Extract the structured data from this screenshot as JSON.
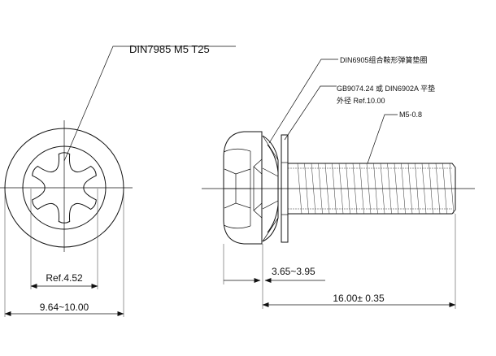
{
  "front_view": {
    "callout": "DIN7985 M5 T25",
    "inner_dimension": "Ref.4.52",
    "outer_dimension": "9.64~10.00"
  },
  "side_view": {
    "washer_callout": "DIN6905组合鞍形弹簧垫圈",
    "flat_washer_callout_line1": "GB9074.24 或 DIN6902A 平垫",
    "flat_washer_callout_line2": "外径  Ref.10.00",
    "thread_callout": "M5-0.8",
    "head_height_dimension": "3.65~3.95",
    "length_dimension": "16.00± 0.35"
  }
}
